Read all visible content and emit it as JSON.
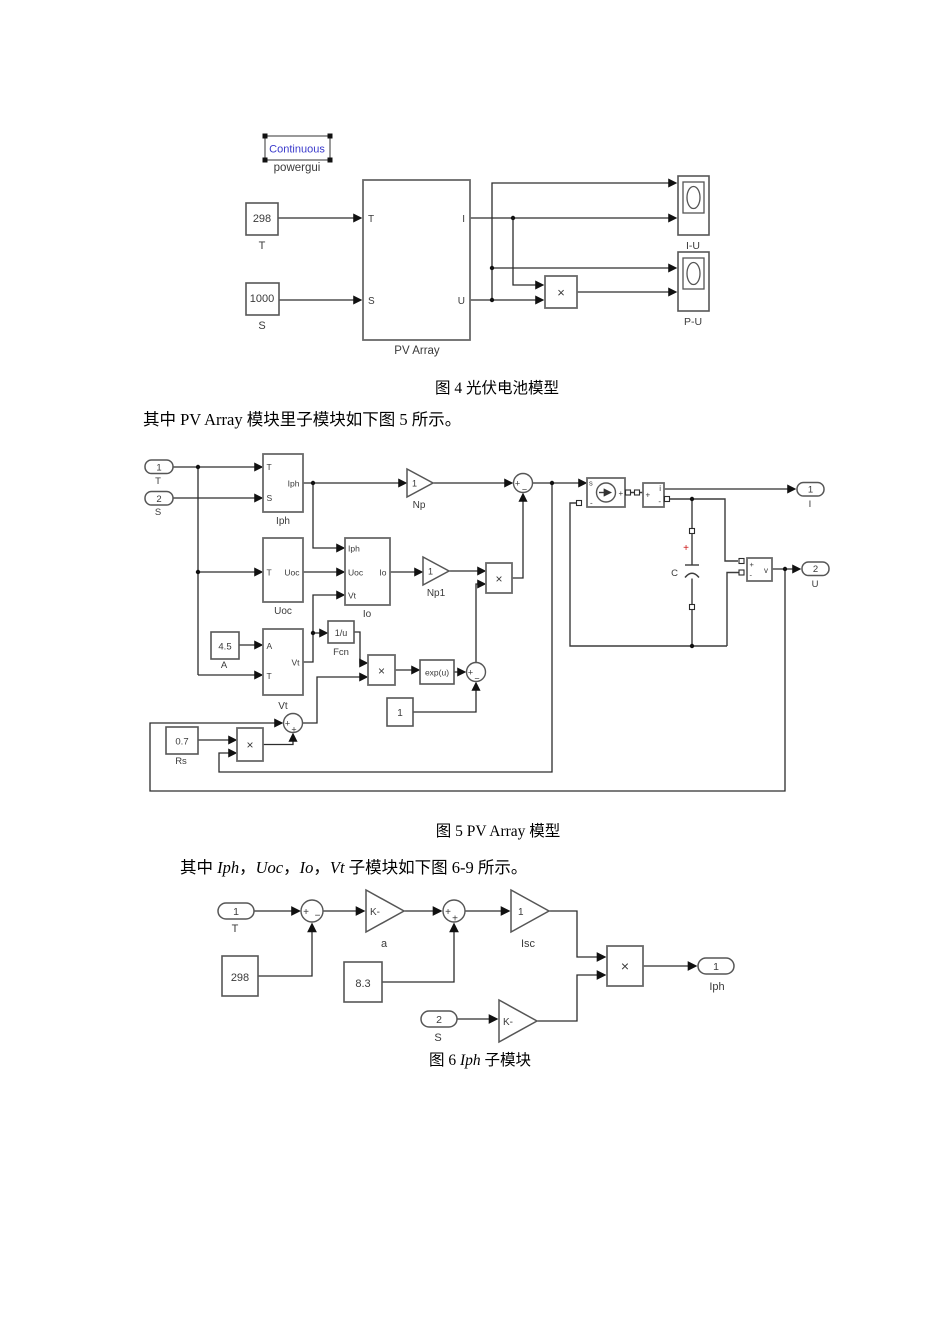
{
  "colors": {
    "powergui_text": "#3a3acb",
    "cap_plus": "#cc1111",
    "wire": "#2d2d2d"
  },
  "sym": {
    "plus": "+",
    "minus": "−",
    "times": "×",
    "dash": "-"
  },
  "text": {
    "caption4": "图 4 光伏电池模型",
    "para1": "其中 PV Array 模块里子模块如下图 5 所示。",
    "caption5": "图 5 PV Array 模型",
    "para2": {
      "p1": "其中 ",
      "i1": "Iph",
      "s1": "，",
      "i2": "Uoc",
      "s2": "，",
      "i3": "Io",
      "s3": "，",
      "i4": "Vt",
      "p2": " 子模块如下图 6-9 所示。"
    },
    "caption6": {
      "p1": "图 6 ",
      "i1": "Iph",
      "p2": " 子模块"
    }
  },
  "fig4": {
    "powergui": {
      "text": "Continuous",
      "label": "powergui"
    },
    "const_t": {
      "value": "298",
      "label": "T"
    },
    "const_s": {
      "value": "1000",
      "label": "S"
    },
    "pv": {
      "label": "PV Array",
      "t": "T",
      "s": "S",
      "i": "I",
      "u": "U"
    },
    "scope_iu": "I-U",
    "scope_pu": "P-U"
  },
  "fig5": {
    "port1": {
      "num": "1",
      "label": "T"
    },
    "port2": {
      "num": "2",
      "label": "S"
    },
    "iph": {
      "t": "T",
      "s": "S",
      "out": "Iph",
      "name": "Iph"
    },
    "np": {
      "gain": "1",
      "name": "Np"
    },
    "uoc": {
      "t": "T",
      "out": "Uoc",
      "name": "Uoc"
    },
    "io": {
      "iph": "Iph",
      "uoc": "Uoc",
      "vt": "Vt",
      "out": "Io",
      "name": "Io"
    },
    "np1": {
      "gain": "1",
      "name": "Np1"
    },
    "aconst": {
      "value": "4.5",
      "name": "A"
    },
    "vt": {
      "a": "A",
      "t": "T",
      "out": "Vt",
      "name": "Vt"
    },
    "fcn": {
      "value": "1/u",
      "name": "Fcn"
    },
    "exp": {
      "value": "exp(u)"
    },
    "one": {
      "value": "1"
    },
    "rs": {
      "value": "0.7",
      "name": "Rs"
    },
    "src": {
      "s": "s"
    },
    "imeas": {
      "i": "i"
    },
    "cap": {
      "name": "C"
    },
    "vmeas": {
      "v": "v"
    },
    "out1": {
      "num": "1",
      "label": "I"
    },
    "out2": {
      "num": "2",
      "label": "U"
    }
  },
  "fig6": {
    "port_t": {
      "num": "1",
      "label": "T"
    },
    "c298": "298",
    "gain_a": {
      "gain": "K-",
      "label": "a"
    },
    "c83": "8.3",
    "gain_isc": {
      "gain": "1",
      "label": "Isc"
    },
    "port_s": {
      "num": "2",
      "label": "S"
    },
    "gain_k": {
      "gain": "K-"
    },
    "out": {
      "num": "1",
      "label": "Iph"
    }
  }
}
